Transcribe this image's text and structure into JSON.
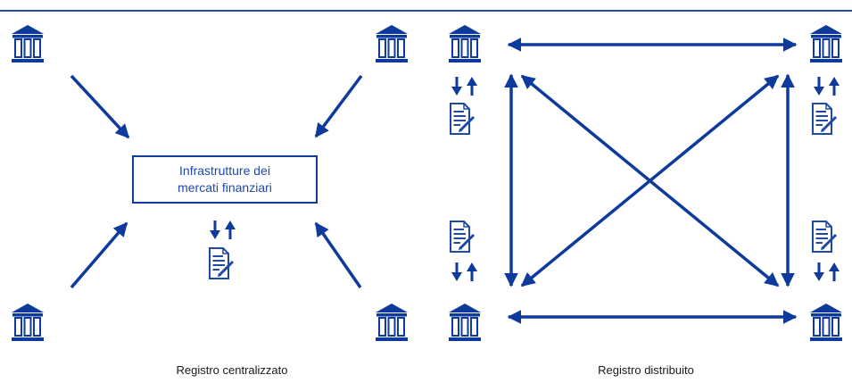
{
  "colors": {
    "primary": "#0d3a9c",
    "text_blue": "#1f49a8",
    "caption_text": "#1a1a1a"
  },
  "icons": {
    "institution": "bank-building-icon",
    "document": "ledger-document-icon",
    "exchange": "up-down-arrows-icon"
  },
  "centralized": {
    "box_line1": "Infrastrutture dei",
    "box_line2": "mercati finanziari",
    "caption": "Registro centralizzato"
  },
  "distributed": {
    "caption": "Registro distribuito"
  }
}
